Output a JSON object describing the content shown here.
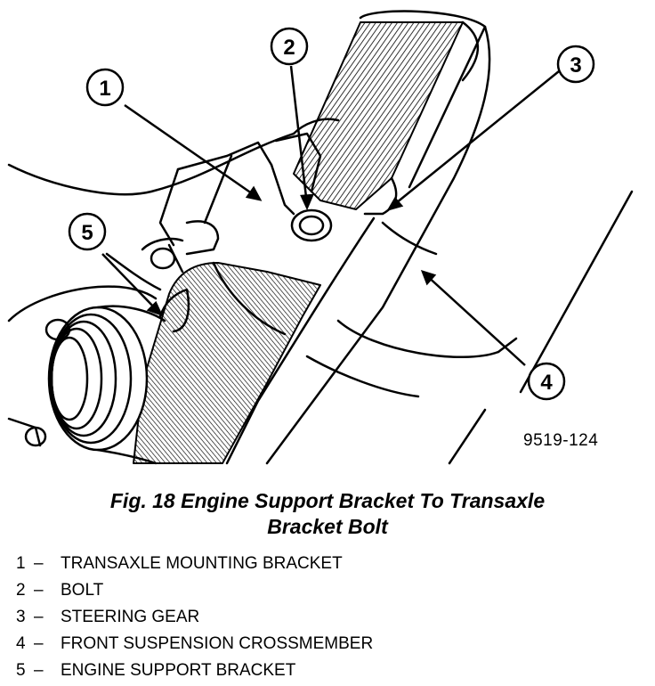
{
  "figure": {
    "id_label": "9519-124",
    "callouts": [
      "1",
      "2",
      "3",
      "4",
      "5"
    ]
  },
  "caption": {
    "line1": "Fig. 18 Engine Support Bracket To Transaxle",
    "line2": "Bracket Bolt"
  },
  "legend": [
    {
      "num": "1",
      "label": "TRANSAXLE MOUNTING BRACKET"
    },
    {
      "num": "2",
      "label": "BOLT"
    },
    {
      "num": "3",
      "label": "STEERING GEAR"
    },
    {
      "num": "4",
      "label": "FRONT SUSPENSION CROSSMEMBER"
    },
    {
      "num": "5",
      "label": "ENGINE SUPPORT BRACKET"
    }
  ],
  "legend_dash": "–"
}
